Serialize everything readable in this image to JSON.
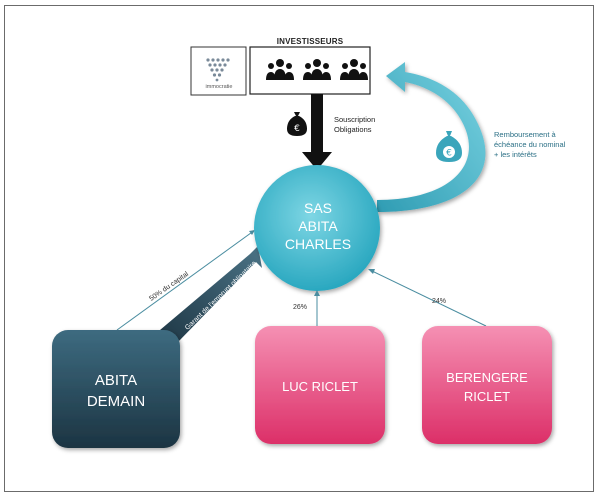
{
  "investors": {
    "title": "INVESTISSEURS",
    "logo_text": "immocratie"
  },
  "souscription": {
    "line1": "Souscription",
    "line2": "Obligations"
  },
  "remboursement": {
    "line1": "Remboursement à",
    "line2": "échéance du nominal",
    "line3": "+ les intérêts"
  },
  "sas": {
    "line1": "SAS",
    "line2": "ABITA",
    "line3": "CHARLES"
  },
  "abita_demain": {
    "line1": "ABITA",
    "line2": "DEMAIN"
  },
  "luc": {
    "label": "LUC RICLET"
  },
  "berengere": {
    "line1": "BERENGERE",
    "line2": "RICLET"
  },
  "links": {
    "capital_pct": "50% du capital",
    "garant": "Garant de l'emprunt obligataire",
    "luc_pct": "26%",
    "berengere_pct": "24%"
  },
  "colors": {
    "teal": "#3fb7cc",
    "dark_teal": "#2c4a58",
    "pink": "#e03a72",
    "pink_light": "#f27fa5"
  }
}
